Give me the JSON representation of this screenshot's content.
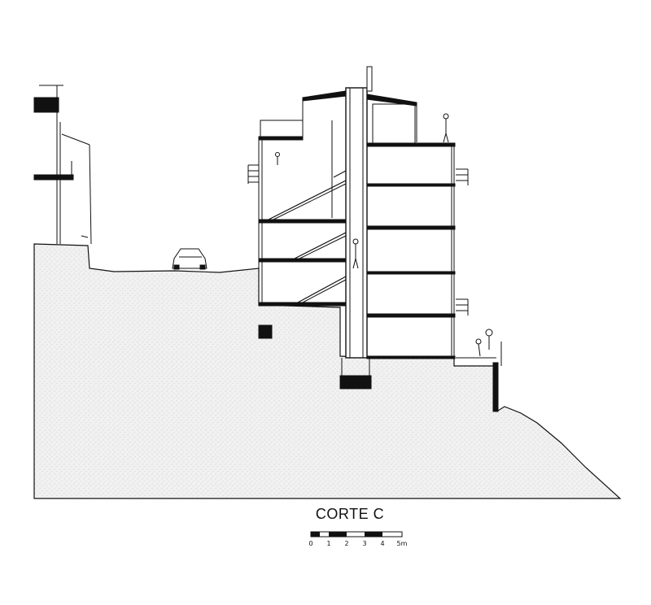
{
  "drawing": {
    "title": "CORTE  C",
    "scale_bar": {
      "labels": [
        "0",
        "1",
        "2",
        "3",
        "4",
        "5m"
      ]
    },
    "colors": {
      "ink": "#111111",
      "ground_fill": "#ededed",
      "ground_hatch": "#bdbdbd",
      "paper": "#ffffff"
    }
  }
}
